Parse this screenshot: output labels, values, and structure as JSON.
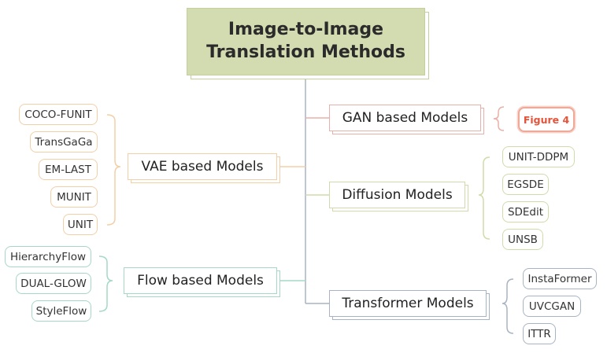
{
  "root": {
    "line1": "Image-to-Image",
    "line2": "Translation Methods"
  },
  "categories": {
    "gan": "GAN based Models",
    "diffusion": "Diffusion Models",
    "transformer": "Transformer Models",
    "vae": "VAE based Models",
    "flow": "Flow based Models"
  },
  "gan_ref": "Figure 4",
  "diffusion_items": [
    "UNIT-DDPM",
    "EGSDE",
    "SDEdit",
    "UNSB"
  ],
  "transformer_items": [
    "InstaFormer",
    "UVCGAN",
    "ITTR"
  ],
  "vae_items": [
    "COCO-FUNIT",
    "TransGaGa",
    "EM-LAST",
    "MUNIT",
    "UNIT"
  ],
  "flow_items": [
    "HierarchyFlow",
    "DUAL-GLOW",
    "StyleFlow"
  ],
  "colors": {
    "root": "#d3dcb0",
    "gan": "#e8b0a8",
    "diffusion": "#cfdcaa",
    "transformer": "#a8b4c4",
    "vae": "#f3cfa6",
    "flow": "#a6d8c6",
    "figure_ref": "#e5533a"
  }
}
